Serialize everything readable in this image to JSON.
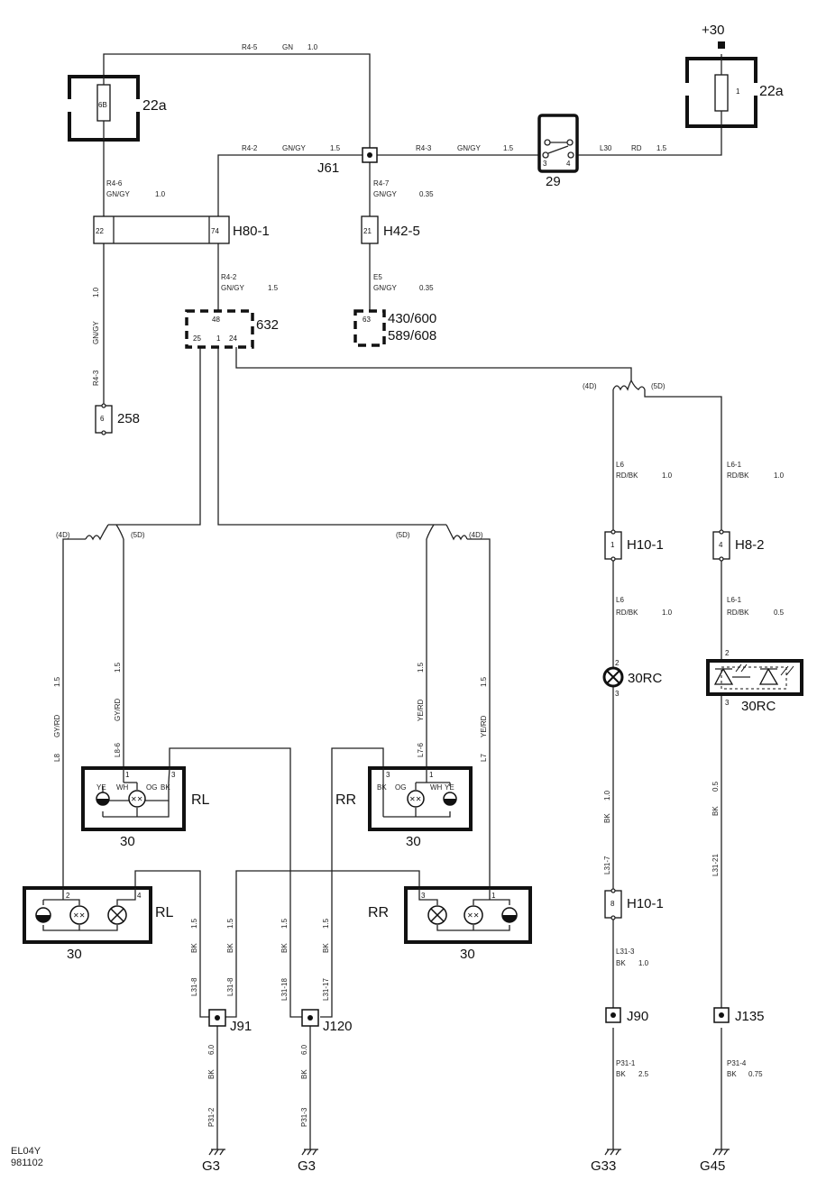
{
  "components": {
    "fuse_left": {
      "name": "22a",
      "pin": "6B"
    },
    "fuse_right": {
      "name": "22a",
      "pin": "1",
      "supply": "+30"
    },
    "switch": {
      "name": "29",
      "pin_a": "3",
      "pin_b": "4"
    },
    "junction_j61": "J61",
    "h80": {
      "name": "H80-1",
      "pin_a": "22",
      "pin_b": "74"
    },
    "h42": {
      "name": "H42-5",
      "pin": "21"
    },
    "c632": {
      "name": "632",
      "pin_top": "48",
      "pin_a": "25",
      "pin_b": "1",
      "pin_c": "24"
    },
    "c430": {
      "name1": "430/600",
      "name2": "589/608",
      "pin": "63"
    },
    "c258": {
      "name": "258",
      "pin": "6"
    },
    "h10_top": {
      "name": "H10-1",
      "pin": "1"
    },
    "h8": {
      "name": "H8-2",
      "pin": "4"
    },
    "lamp_30rc": {
      "name": "30RC",
      "pin_a": "2",
      "pin_b": "3"
    },
    "led_30rc": {
      "name": "30RC",
      "pin_a": "2",
      "pin_b": "3"
    },
    "h10_bottom": {
      "name": "H10-1",
      "pin": "8"
    },
    "j90": "J90",
    "j135": "J135",
    "rl_upper": {
      "name": "RL",
      "num": "30",
      "pin_a": "1",
      "pin_b": "3",
      "c1": "YE",
      "c2": "WH",
      "c3": "OG",
      "c4": "BK"
    },
    "rr_upper": {
      "name": "RR",
      "num": "30",
      "pin_a": "3",
      "pin_b": "1",
      "c1": "BK",
      "c2": "OG",
      "c3": "WH",
      "c4": "YE"
    },
    "rl_lower": {
      "name": "RL",
      "num": "30",
      "pin_a": "2",
      "pin_b": "4"
    },
    "rr_lower": {
      "name": "RR",
      "num": "30",
      "pin_a": "3",
      "pin_b": "1"
    },
    "j91": "J91",
    "j120": "J120",
    "grounds": {
      "g3a": "G3",
      "g3b": "G3",
      "g33": "G33",
      "g45": "G45"
    },
    "variants": {
      "v4d": "(4D)",
      "v5d": "(5D)"
    }
  },
  "wires": {
    "r4_5": {
      "id": "R4-5",
      "color": "GN",
      "size": "1.0"
    },
    "r4_2_top": {
      "id": "R4-2",
      "color": "GN/GY",
      "size": "1.5"
    },
    "r4_3_top": {
      "id": "R4-3",
      "color": "GN/GY",
      "size": "1.5"
    },
    "l30": {
      "id": "L30",
      "color": "RD",
      "size": "1.5"
    },
    "r4_6": {
      "id": "R4-6",
      "color": "GN/GY",
      "size": "1.0"
    },
    "r4_7": {
      "id": "R4-7",
      "color": "GN/GY",
      "size": "0.35"
    },
    "r4_2_mid": {
      "id": "R4-2",
      "color": "GN/GY",
      "size": "1.5"
    },
    "e5": {
      "id": "E5",
      "color": "GN/GY",
      "size": "0.35"
    },
    "r4_3_left": {
      "id": "R4-3",
      "color": "GN/GY",
      "size": "1.0"
    },
    "l6_top": {
      "id": "L6",
      "color": "RD/BK",
      "size": "1.0"
    },
    "l6_1_top": {
      "id": "L6-1",
      "color": "RD/BK",
      "size": "1.0"
    },
    "l6_mid": {
      "id": "L6",
      "color": "RD/BK",
      "size": "1.0"
    },
    "l6_1_mid": {
      "id": "L6-1",
      "color": "RD/BK",
      "size": "0.5"
    },
    "l8": {
      "id": "L8",
      "color": "GY/RD",
      "size": "1.5"
    },
    "l8_6": {
      "id": "L8-6",
      "color": "GY/RD",
      "size": "1.5"
    },
    "l7_6": {
      "id": "L7-6",
      "color": "YE/RD",
      "size": "1.5"
    },
    "l7": {
      "id": "L7",
      "color": "YE/RD",
      "size": "1.5"
    },
    "l31_7": {
      "id": "L31-7",
      "color": "BK",
      "size": "1.0"
    },
    "l31_21": {
      "id": "L31-21",
      "color": "BK",
      "size": "0.5"
    },
    "l31_3": {
      "id": "L31-3",
      "color": "BK",
      "size": "1.0"
    },
    "l31_8a": {
      "id": "L31-8",
      "color": "BK",
      "size": "1.5"
    },
    "l31_8b": {
      "id": "L31-8",
      "color": "BK",
      "size": "1.5"
    },
    "l31_18": {
      "id": "L31-18",
      "color": "BK",
      "size": "1.5"
    },
    "l31_17": {
      "id": "L31-17",
      "color": "BK",
      "size": "1.5"
    },
    "p31_2": {
      "id": "P31-2",
      "color": "BK",
      "size": "6.0"
    },
    "p31_3": {
      "id": "P31-3",
      "color": "BK",
      "size": "6.0"
    },
    "p31_1": {
      "id": "P31-1",
      "color": "BK",
      "size": "2.5"
    },
    "p31_4": {
      "id": "P31-4",
      "color": "BK",
      "size": "0.75"
    }
  },
  "footer": {
    "code": "EL04Y",
    "date": "981102"
  }
}
